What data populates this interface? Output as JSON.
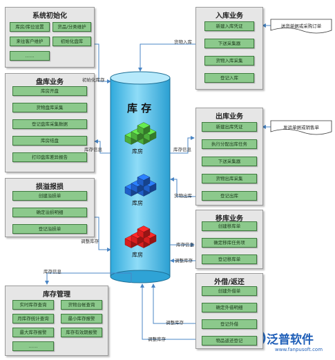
{
  "cylinder": {
    "title": "库 存",
    "houses": [
      {
        "label": "库房",
        "color": "#4caf3c"
      },
      {
        "label": "库房",
        "color": "#1f5fc9"
      },
      {
        "label": "库房",
        "color": "#d81e1e"
      }
    ]
  },
  "init": {
    "title": "系统初始化",
    "items": [
      "库房/库位设置",
      "货品/分类维护",
      "来往客户维护",
      "初始化盘库",
      "……"
    ]
  },
  "inventory": {
    "title": "盘库业务",
    "items": [
      "库房开盘",
      "货物盘库采集",
      "登记盘库采集数据",
      "库房结盘",
      "打印盘库差异报告"
    ]
  },
  "loss": {
    "title": "损溢报损",
    "items": [
      "创建溢损单",
      "确定溢损明细",
      "登记溢损单"
    ]
  },
  "stock": {
    "title": "库存管理",
    "items": [
      "实时库存查询",
      "货物台帐查询",
      "月库存统计查询",
      "最小库存报警",
      "最大库存报警",
      "库存有效期报警",
      "……"
    ]
  },
  "inbound": {
    "title": "入库业务",
    "items": [
      "新建入库凭证",
      "下送采集器",
      "货物入库采集",
      "登记入库"
    ]
  },
  "outbound": {
    "title": "出库业务",
    "items": [
      "新建出库凭证",
      "执行分配出库任务",
      "下送采集器",
      "货物出库采集",
      "登记出库"
    ]
  },
  "transfer": {
    "title": "移库业务",
    "items": [
      "创建移库单",
      "确定移库任务项",
      "登记移库单"
    ]
  },
  "lend": {
    "title": "外借/返还",
    "items": [
      "创建外借单",
      "确定外借明细",
      "登记外借",
      "物品返还登记"
    ]
  },
  "notes": {
    "inbound": "送货单据或采购订单",
    "outbound": "发运单据或销售单"
  },
  "labels": {
    "init_stock": "初始化库存",
    "goods_in": "货物入库",
    "stock_info1": "库存信息",
    "stock_info2": "库存信息",
    "goods_out": "货物出库",
    "adjust1": "调整库存",
    "stock_info3": "库存信息",
    "stock_info4": "库存信息",
    "adjust2": "调整库存",
    "adjust3": "调整库存",
    "adjust4": "调整库存"
  },
  "logo": {
    "brand": "泛普软件",
    "site": "www.fanpusoft.com"
  }
}
